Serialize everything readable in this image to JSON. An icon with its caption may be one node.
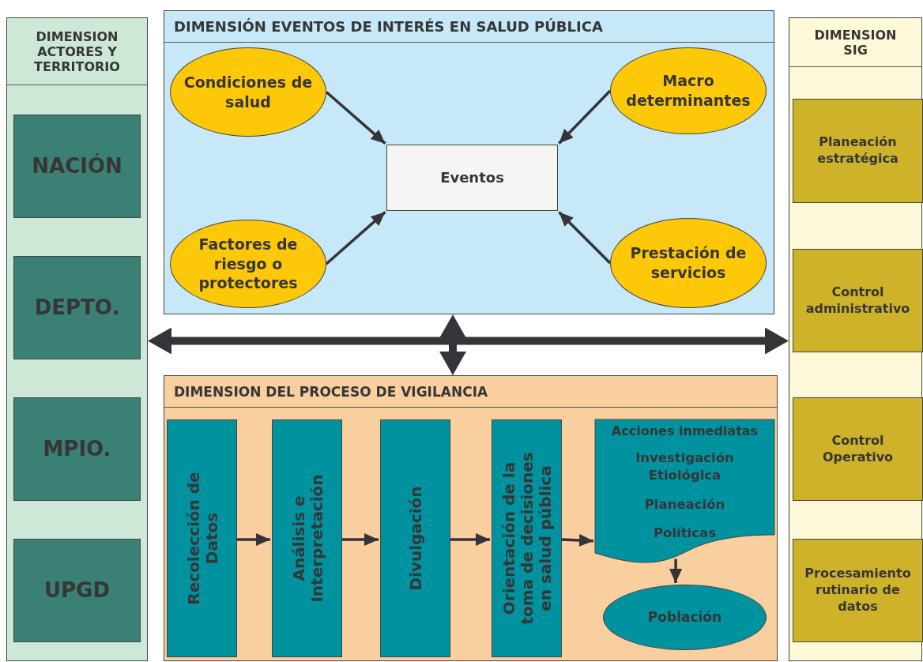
{
  "diagram": {
    "nodes": [
      {
        "text": [
          "DIMENSION ACTORES Y TERRITORIO"
        ]
      },
      {
        "text": [
          "NACIÓN"
        ],
        "in": 0
      },
      {
        "text": [
          "DEPTO."
        ],
        "in": 0
      },
      {
        "text": [
          "MPIO."
        ],
        "in": 0
      },
      {
        "text": [
          "UPGD"
        ],
        "in": 0
      },
      {
        "text": [
          "DIMENSIÓN EVENTOS DE INTERÉS EN SALUD PÚBLICA"
        ]
      },
      {
        "text": [
          "Condiciones de salud"
        ],
        "in": 5
      },
      {
        "text": [
          "Macro determinantes"
        ],
        "in": 5
      },
      {
        "text": [
          "Eventos"
        ],
        "in": 5
      },
      {
        "text": [
          "Factores de riesgo o protectores"
        ],
        "in": 5
      },
      {
        "text": [
          "Prestación de servicios"
        ],
        "in": 5
      },
      {
        "text": [
          "DIMENSION SIG"
        ]
      },
      {
        "text": [
          "Planeación estratégica"
        ],
        "in": 11
      },
      {
        "text": [
          "Control administrativo"
        ],
        "in": 11
      },
      {
        "text": [
          "Control Operativo"
        ],
        "in": 11
      },
      {
        "text": [
          "Procesamiento rutinario de datos"
        ],
        "in": 11
      },
      {
        "text": [
          "DIMENSION DEL PROCESO DE VIGILANCIA"
        ]
      },
      {
        "text": [
          "Recolección de Datos"
        ],
        "in": 16
      },
      {
        "text": [
          "Análisis e Interpretación"
        ],
        "in": 16
      },
      {
        "text": [
          "Divulgación"
        ],
        "in": 16
      },
      {
        "text": [
          "Orientación de la toma de decisiones en salud pública"
        ],
        "in": 16
      },
      {
        "text": [
          "Acciones inmediatas",
          "Investigación Etiológica",
          "Planeación",
          "Políticas"
        ],
        "in": 16
      },
      {
        "text": [
          "Población"
        ],
        "in": 16
      }
    ],
    "edges": [
      {
        "from": 6,
        "to": 8,
        "arrow": "to"
      },
      {
        "from": 7,
        "to": 8,
        "arrow": "to"
      },
      {
        "from": 9,
        "to": 8,
        "arrow": "to"
      },
      {
        "from": 10,
        "to": 8,
        "arrow": "to"
      },
      {
        "from": 17,
        "to": 18,
        "arrow": "to"
      },
      {
        "from": 18,
        "to": 19,
        "arrow": "to"
      },
      {
        "from": 19,
        "to": 20,
        "arrow": "to"
      },
      {
        "from": 20,
        "to": 21,
        "arrow": "to"
      },
      {
        "from": 21,
        "to": 22,
        "arrow": "to"
      },
      {
        "from": 0,
        "to": 11,
        "arrow": "both",
        "style": "thick"
      },
      {
        "from": 5,
        "to": 16,
        "arrow": "both",
        "style": "thick"
      }
    ]
  }
}
